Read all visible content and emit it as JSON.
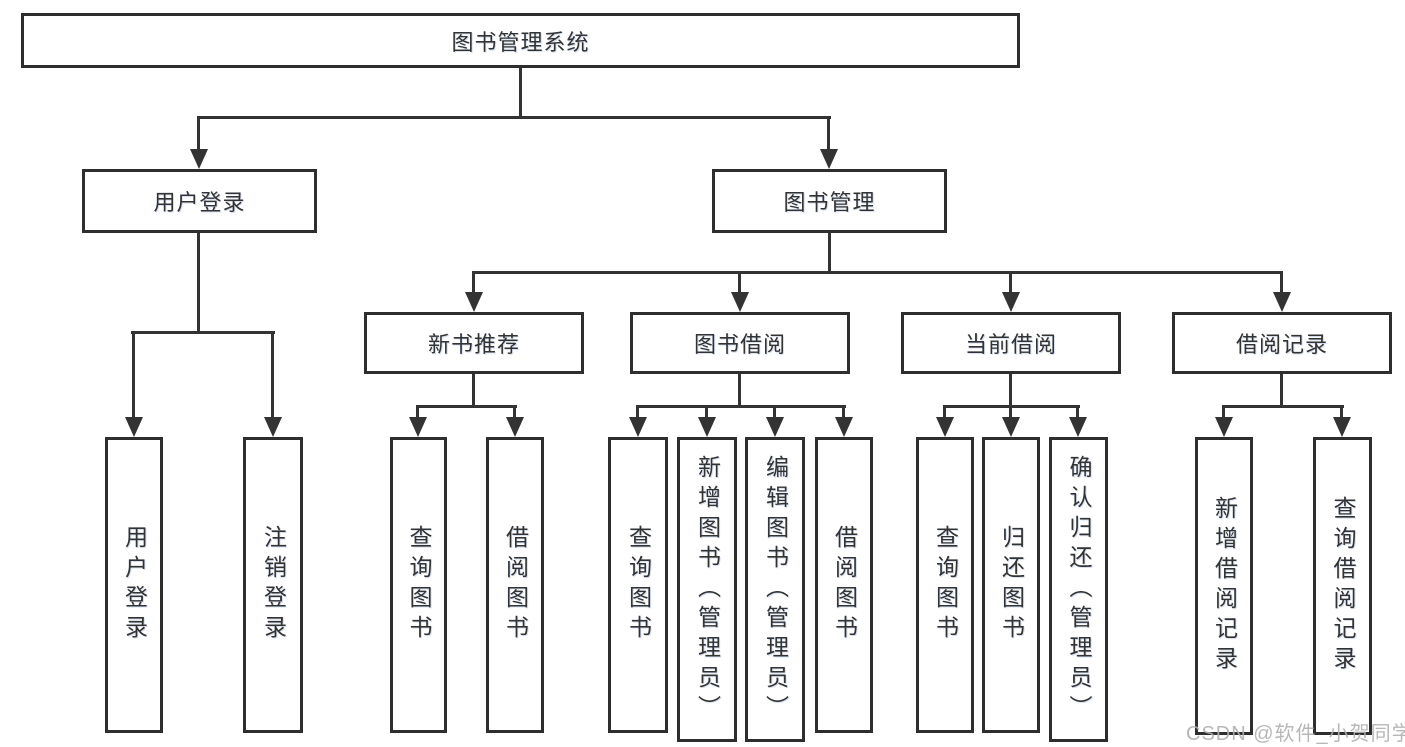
{
  "diagram_type": "hierarchy-tree",
  "tree": {
    "root": {
      "label": "图书管理系统",
      "children": [
        {
          "label": "用户登录",
          "children": [
            {
              "label": "用户登录"
            },
            {
              "label": "注销登录"
            }
          ]
        },
        {
          "label": "图书管理",
          "children": [
            {
              "label": "新书推荐",
              "children": [
                {
                  "label": "查询图书"
                },
                {
                  "label": "借阅图书"
                }
              ]
            },
            {
              "label": "图书借阅",
              "children": [
                {
                  "label": "查询图书"
                },
                {
                  "label": "新增图书（管理员）"
                },
                {
                  "label": "编辑图书（管理员）"
                },
                {
                  "label": "借阅图书"
                }
              ]
            },
            {
              "label": "当前借阅",
              "children": [
                {
                  "label": "查询图书"
                },
                {
                  "label": "归还图书"
                },
                {
                  "label": "确认归还（管理员）"
                }
              ]
            },
            {
              "label": "借阅记录",
              "children": [
                {
                  "label": "新增借阅记录"
                },
                {
                  "label": "查询借阅记录"
                }
              ]
            }
          ]
        }
      ]
    }
  },
  "watermark": {
    "text": "CSDN @软件_小贺同学"
  },
  "colors": {
    "line": "#333333",
    "border": "#2e2e2e",
    "text": "#333333",
    "watermark": "#b0b0b0",
    "background": "#ffffff"
  }
}
